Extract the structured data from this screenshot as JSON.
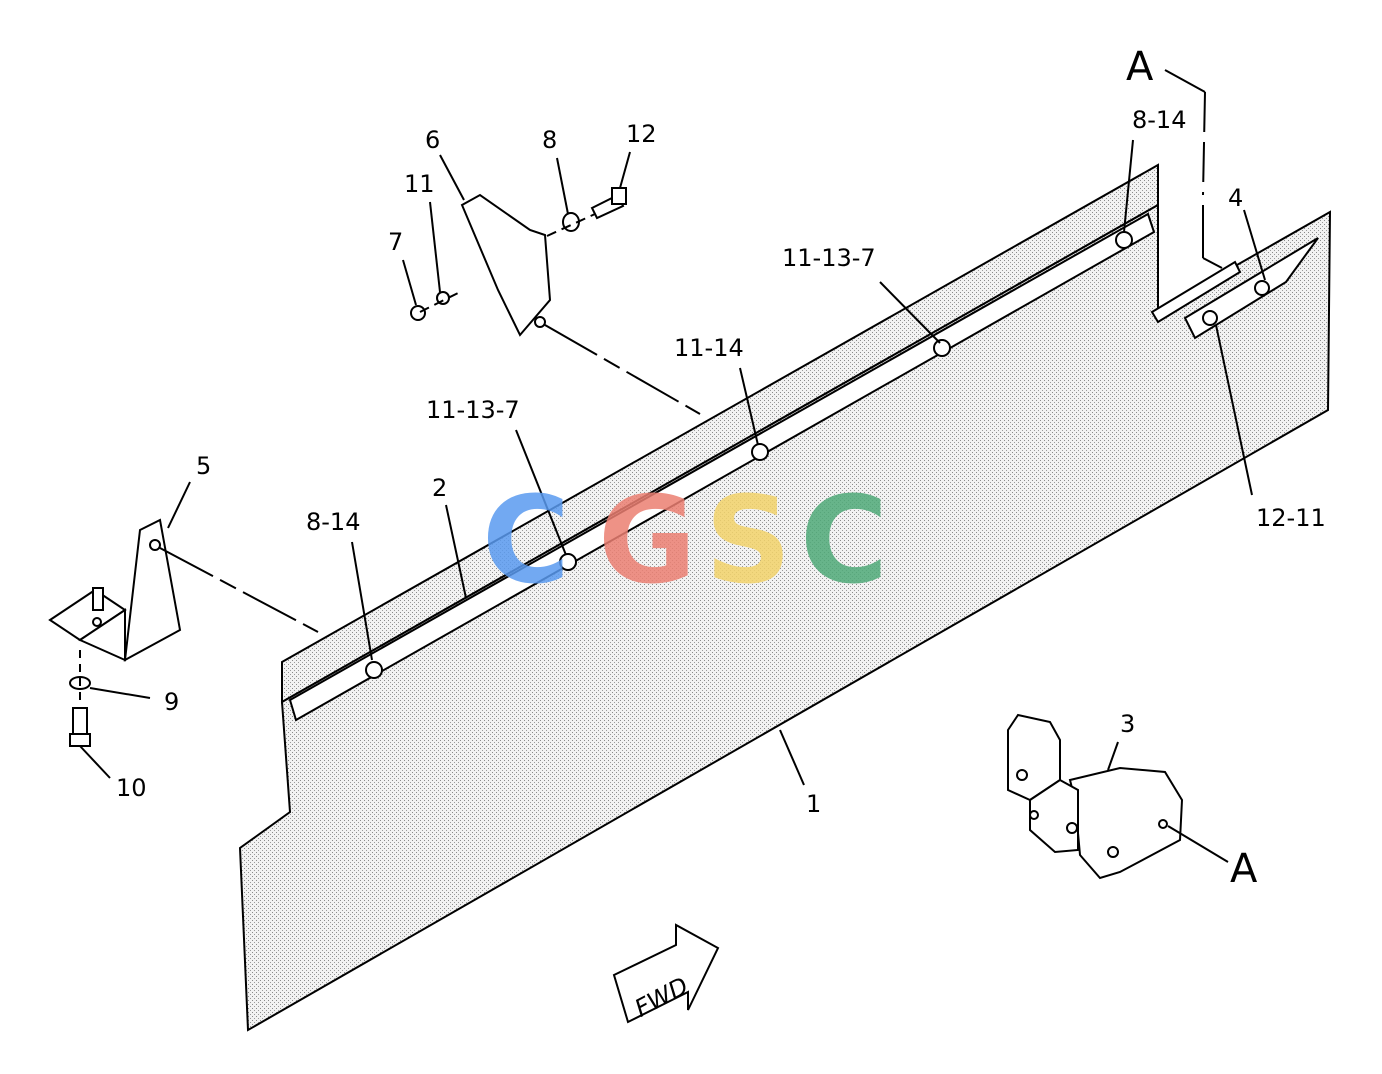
{
  "callouts": {
    "p1": "1",
    "p2": "2",
    "p3": "3",
    "p4": "4",
    "p5": "5",
    "p6": "6",
    "p7": "7",
    "p8": "8",
    "p9": "9",
    "p10": "10",
    "p11": "11",
    "p12": "12",
    "p8_14_left": "8-14",
    "p8_14_right": "8-14",
    "p11_13_7_left": "11-13-7",
    "p11_13_7_right": "11-13-7",
    "p11_14": "11-14",
    "p12_11": "12-11"
  },
  "view_refs": {
    "top": "A",
    "bottom": "A"
  },
  "direction_arrow": "FWD",
  "watermark": {
    "letters": [
      "C",
      "G",
      "S",
      "C"
    ],
    "colors": [
      "#5a9bf0",
      "#ec7f72",
      "#f3d36a",
      "#4faa78"
    ]
  }
}
